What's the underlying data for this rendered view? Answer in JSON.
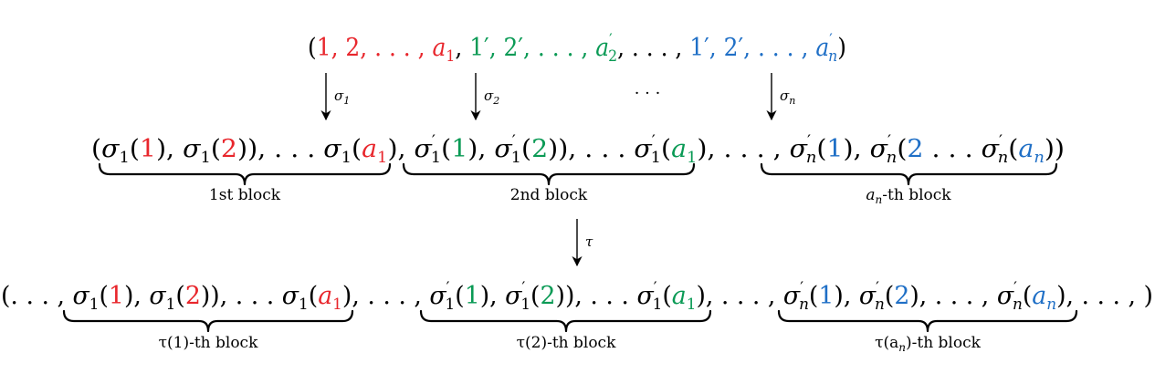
{
  "colors": {
    "first_block": "#e8262c",
    "second_block": "#0a9a55",
    "nth_block": "#1f6fc6",
    "ink": "#000000"
  },
  "arrows": {
    "sigma1": "σ",
    "sigma1_sub": "1",
    "sigma2": "σ",
    "sigma2_sub": "2",
    "dots": "· · ·",
    "sigman": "σ",
    "sigman_sub": "n",
    "tau": "τ"
  },
  "blocks_row": {
    "labels": {
      "first": "1st block",
      "second": "2nd block",
      "nth_var": "a",
      "nth_sub": "n",
      "nth_suffix": "-th block"
    }
  },
  "tau_row": {
    "labels": {
      "first": "τ(1)-th block",
      "second": "τ(2)-th block",
      "nth_prefix": "τ(a",
      "nth_sub": "n",
      "nth_suffix": ")-th block"
    }
  }
}
